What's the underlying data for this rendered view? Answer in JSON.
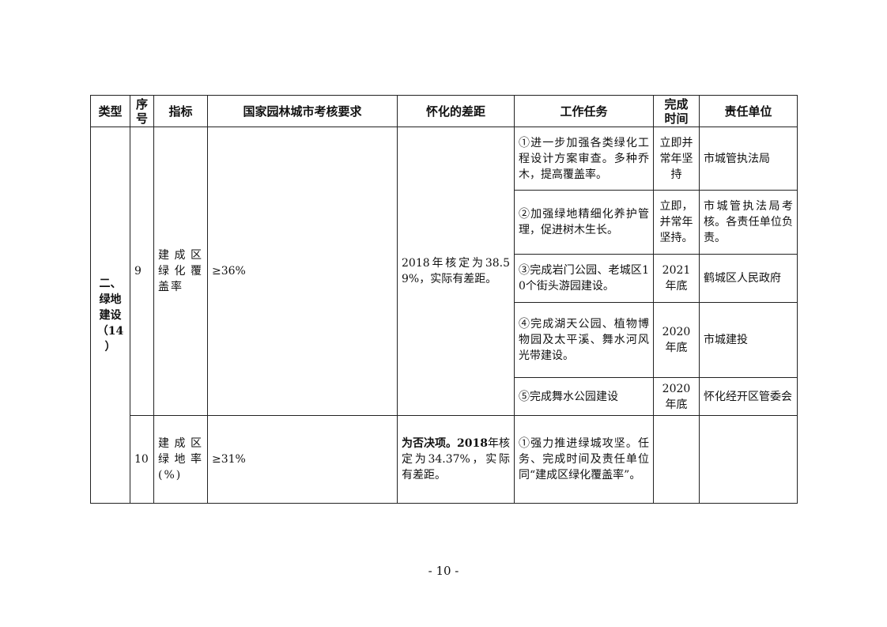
{
  "table": {
    "headers": [
      "类型",
      "序号",
      "指标",
      "国家园林城市考核要求",
      "怀化的差距",
      "工作任务",
      "完成时间",
      "责任单位"
    ],
    "header_lines": {
      "seq": [
        "序",
        "号"
      ],
      "time": [
        "完成",
        "时间"
      ]
    },
    "category_lines": [
      "二、",
      "绿地",
      "建设",
      "（14",
      "）"
    ],
    "rows": [
      {
        "seq": "9",
        "indicator": "建成区绿化覆盖率",
        "requirement": "≥36%",
        "gap": "2018年核定为38.59%，实际有差距。",
        "tasks": [
          {
            "task": "①进一步加强各类绿化工程设计方案审查。多种乔木，提高覆盖率。",
            "time": "立即并常年坚持",
            "unit": "市城管执法局"
          },
          {
            "task": "②加强绿地精细化养护管理，促进树木生长。",
            "time": "立即，并常年坚持。",
            "unit": "市城管执法局考核。各责任单位负责。"
          },
          {
            "task": "③完成岩门公园、老城区10个街头游园建设。",
            "time": "2021年底",
            "unit": "鹤城区人民政府"
          },
          {
            "task": "④完成湖天公园、植物博物园及太平溪、舞水河风光带建设。",
            "time": "2020年底",
            "unit": "市城建投"
          },
          {
            "task": "⑤完成舞水公园建设",
            "time": "2020年底",
            "unit": "怀化经开区管委会"
          }
        ]
      },
      {
        "seq": "10",
        "indicator": "建成区绿地率(%)",
        "requirement": "≥31%",
        "gap_bold": "为否决项。2018",
        "gap_rest": "年核定为34.37%，实际有差距。",
        "tasks": [
          {
            "task": "①强力推进绿城攻坚。任务、完成时间及责任单位同“建成区绿化覆盖率”。",
            "time": "",
            "unit": ""
          }
        ]
      }
    ]
  },
  "footer": {
    "page_number": "- 10 -"
  }
}
